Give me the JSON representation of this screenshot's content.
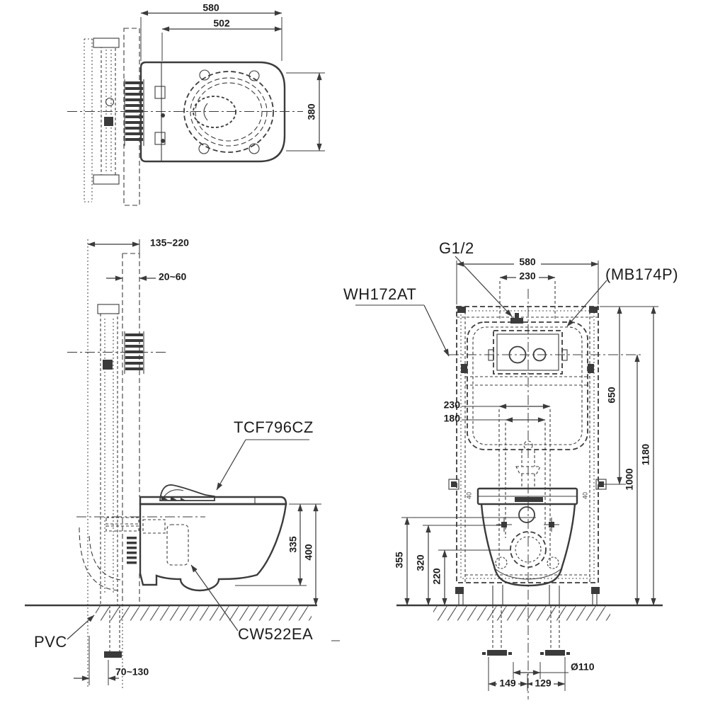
{
  "meta": {
    "background_color": "#ffffff",
    "line_color": "#3b3b3b",
    "text_color": "#1c1c1c",
    "drawing_type": "wall-hung toilet installation dimension drawing"
  },
  "labels": {
    "washlet": "TCF796CZ",
    "bowl": "CW522EA",
    "carrier": "WH172AT",
    "plate": "(MB174P)",
    "supply": "G1/2",
    "pvc": "PVC"
  },
  "plan": {
    "overall": "580",
    "seat": "502",
    "depth": "380"
  },
  "side": {
    "cavity": "135~220",
    "wall": "20~60",
    "bowl_h": "335",
    "top_h": "400",
    "drain_off": "70~130"
  },
  "front": {
    "width": "580",
    "supply_cc": "230",
    "bolt_cc": "230",
    "bolt_cc2": "180",
    "d650": "650",
    "d1000": "1000",
    "d1180": "1180",
    "h355": "355",
    "h320": "320",
    "h220": "220",
    "drain": "Ø110",
    "off_l": "149",
    "off_r": "129",
    "bracket": "40"
  }
}
